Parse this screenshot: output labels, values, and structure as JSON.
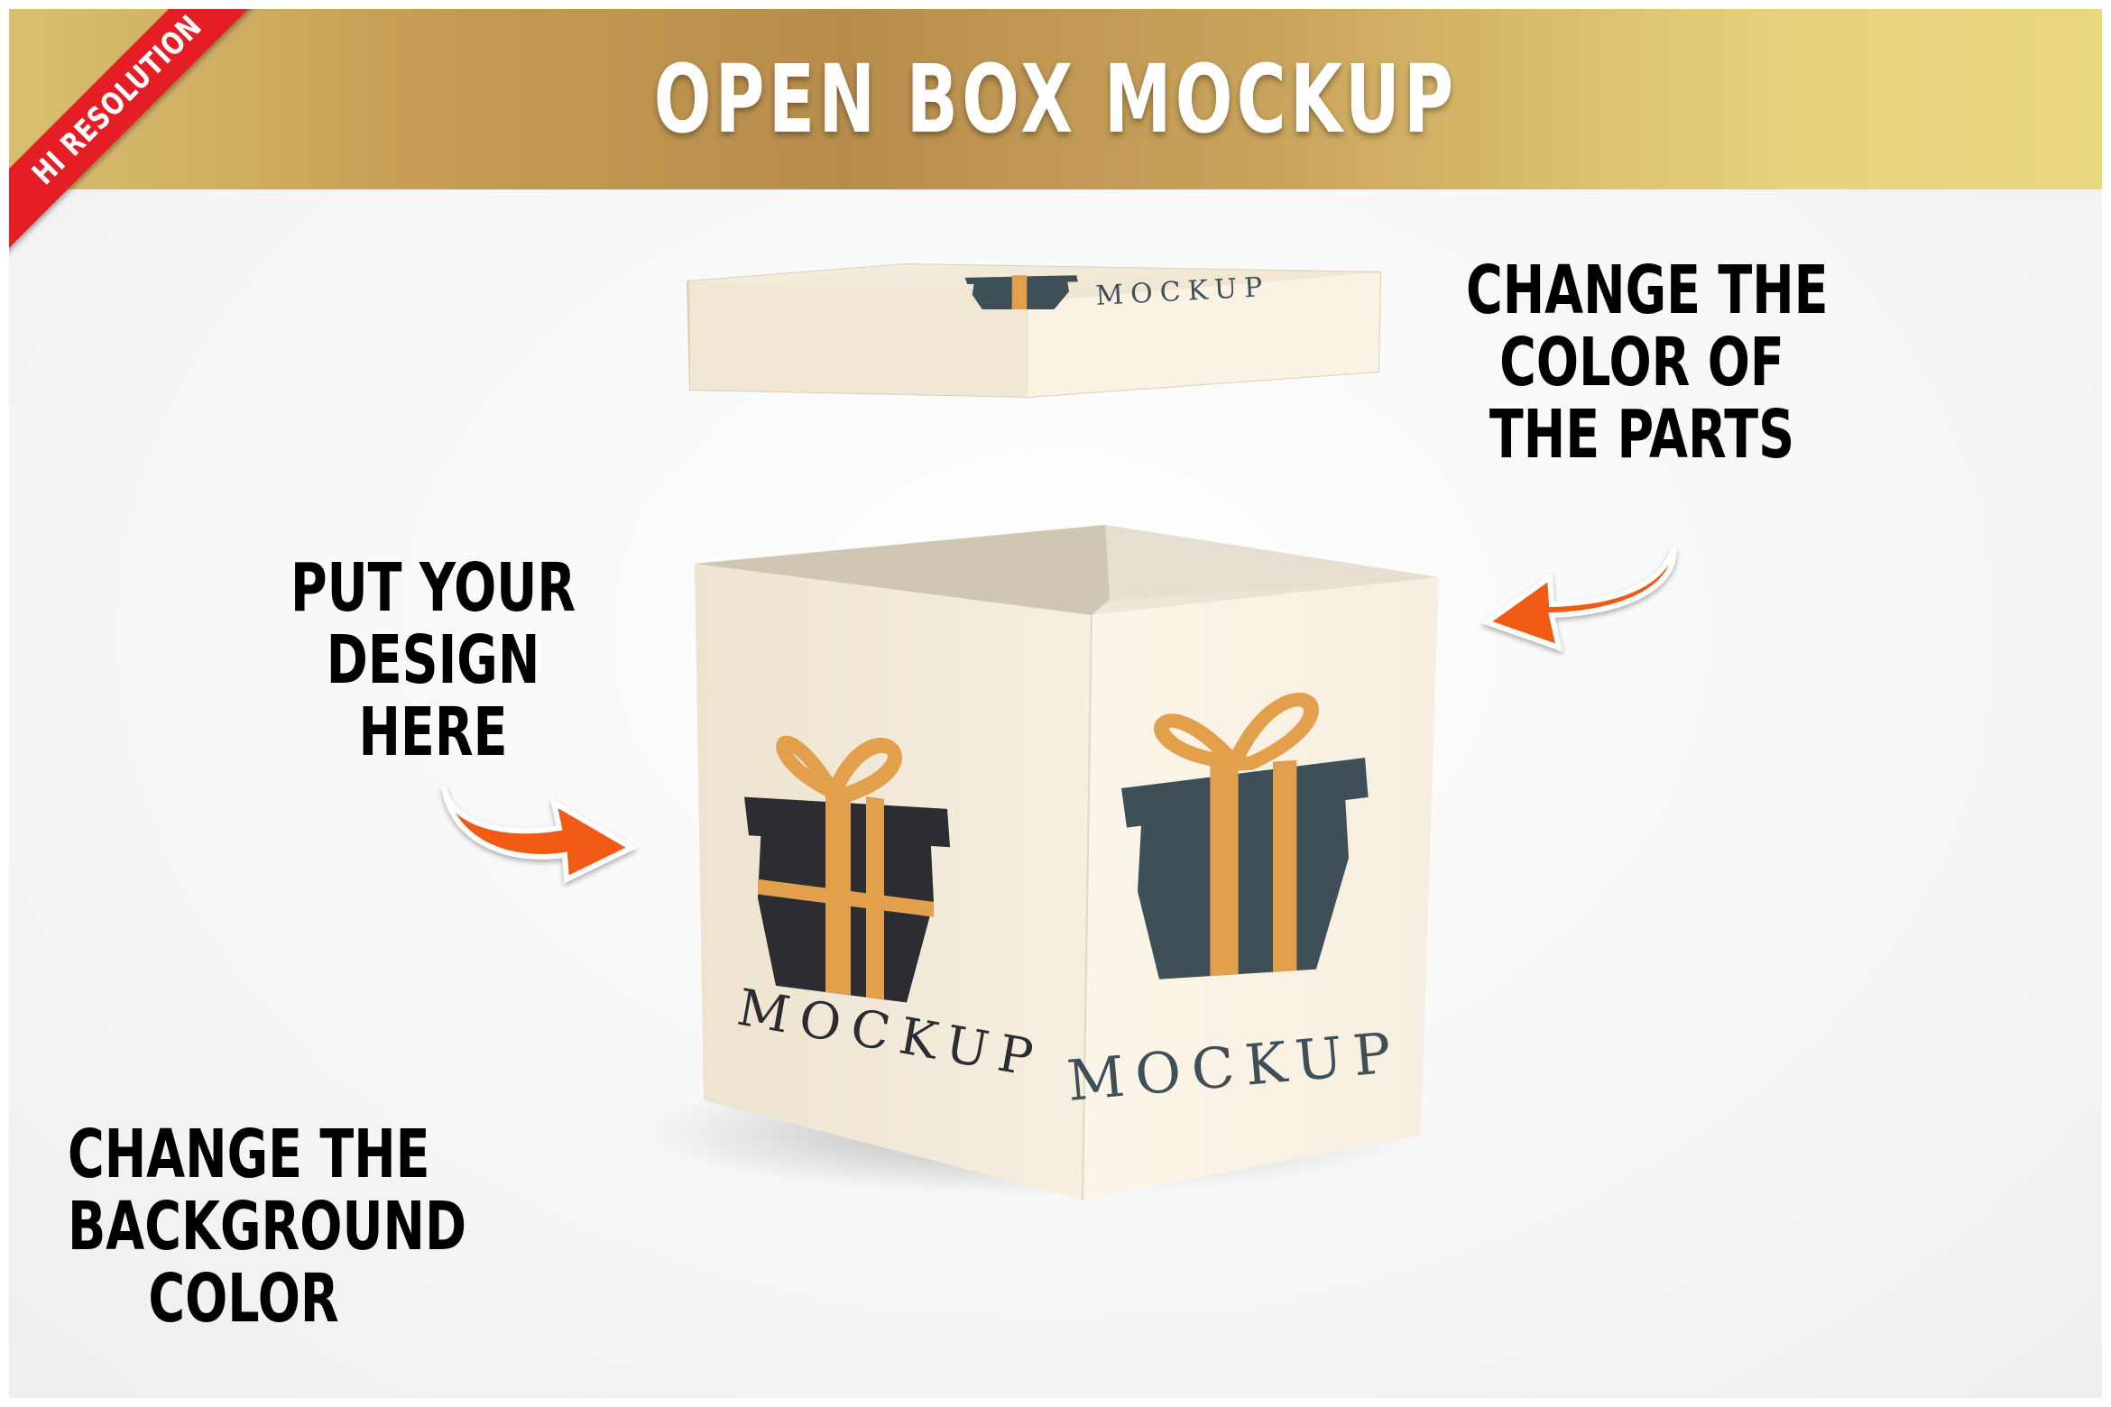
{
  "banner": {
    "title": "OPEN BOX MOCKUP"
  },
  "corner_ribbon": {
    "text": "HI RESOLUTION"
  },
  "callouts": {
    "colors": [
      "CHANGE THE",
      "COLOR  OF",
      "THE PARTS"
    ],
    "design": [
      "PUT YOUR",
      "DESIGN",
      "HERE"
    ],
    "background": [
      "CHANGE THE",
      "BACKGROUND",
      "COLOR"
    ]
  },
  "box": {
    "lid_label": "MOCKUP",
    "left_label": "MOCKUP",
    "right_label": "MOCKUP"
  },
  "colors": {
    "banner_gold": "#c49a52",
    "ribbon_red": "#e41e24",
    "box_cream": "#f4ecdb",
    "gift_dark": "#2b2d33",
    "gift_slate": "#3e4f58",
    "ribbon_orange": "#e3a04c",
    "arrow_orange": "#f05a14"
  },
  "icons": [
    "gift-icon",
    "curved-arrow-icon"
  ]
}
